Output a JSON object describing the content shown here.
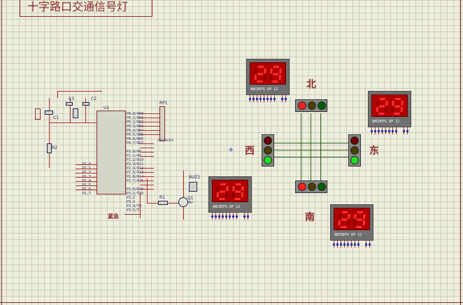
{
  "title": "十字路口交通信号灯",
  "directions": {
    "north": "北",
    "south": "南",
    "east": "东",
    "west": "西"
  },
  "displays": [
    {
      "id": "north",
      "value": "29",
      "pins": "ABCDEFG DP   12"
    },
    {
      "id": "east",
      "value": "29",
      "pins": "ABCDEFG DP   12"
    },
    {
      "id": "west",
      "value": "29",
      "pins": "ABCDEFG DP   12"
    },
    {
      "id": "south",
      "value": "29",
      "pins": "ABCDEFG DP   12"
    }
  ],
  "components": {
    "mcu_label": "U1",
    "rp1": "RP1",
    "rp1_sub": "RESPACK-8",
    "c1": "C1",
    "c2": "C2",
    "c3": "C3",
    "r1": "R1",
    "r2": "R2",
    "q1": "Q1",
    "q1_type": "PNP",
    "buzzer": "BUZ1",
    "emergency": "紧急"
  },
  "colors": {
    "red_on": "#ff2020",
    "red_off": "#6a0000",
    "yellow_off": "#4a4000",
    "green_on": "#20e020",
    "green_off": "#006000"
  }
}
